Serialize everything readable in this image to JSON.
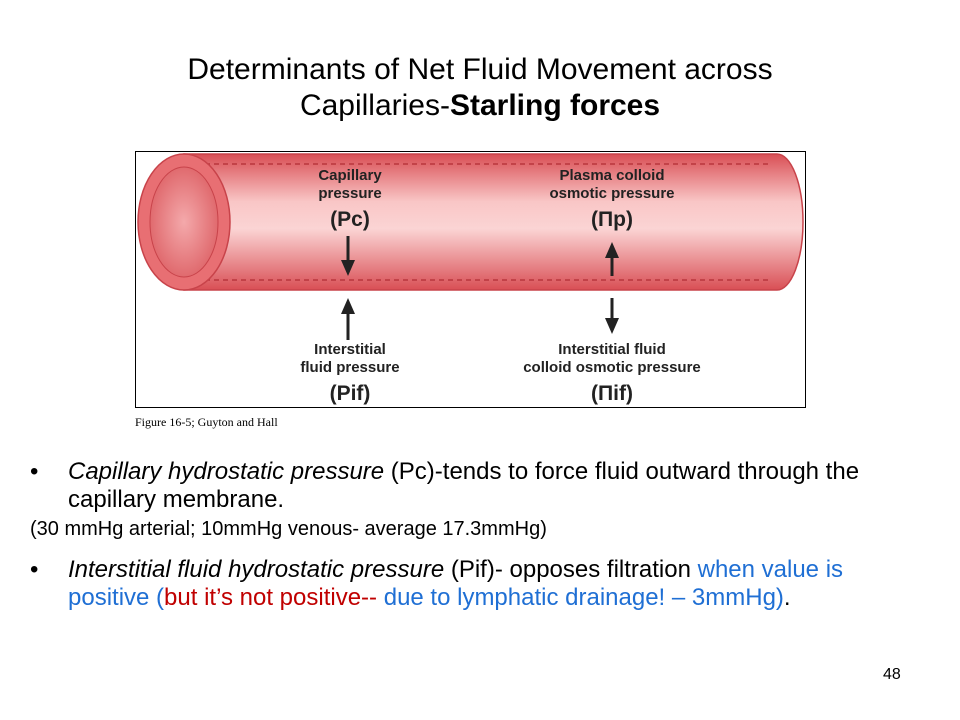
{
  "title": {
    "line1": "Determinants of Net Fluid Movement across",
    "line2_prefix": "Capillaries-",
    "line2_bold": "Starling forces"
  },
  "figure": {
    "caption": "Figure 16-5; Guyton and Hall",
    "labels": {
      "top_left": [
        "Capillary",
        "pressure",
        "(Pc)"
      ],
      "top_right": [
        "Plasma colloid",
        "osmotic pressure",
        "(Πp)"
      ],
      "bottom_left": [
        "Interstitial",
        "fluid pressure",
        "(Pif)"
      ],
      "bottom_right": [
        "Interstitial fluid",
        "colloid osmotic pressure",
        "(Πif)"
      ]
    },
    "colors": {
      "vessel_light": "#f9c6c6",
      "vessel_mid": "#ec7b7e",
      "vessel_dark": "#d94f55"
    }
  },
  "bullets": [
    {
      "marker": "•",
      "italic": "Capillary hydrostatic pressure",
      "rest": " (Pc)-tends to force fluid outward through the capillary membrane.",
      "note": "(30 mmHg arterial; 10mmHg venous- average 17.3mmHg)"
    },
    {
      "marker": "•",
      "italic": "Interstitial fluid hydrostatic pressure",
      "rest": " (Pif)- opposes filtration",
      "blue1": " when value is positive (",
      "red": "but it’s not positive--",
      "blue2": " due to lymphatic drainage! – 3mmHg)",
      "end": "."
    }
  ],
  "page_number": "48"
}
